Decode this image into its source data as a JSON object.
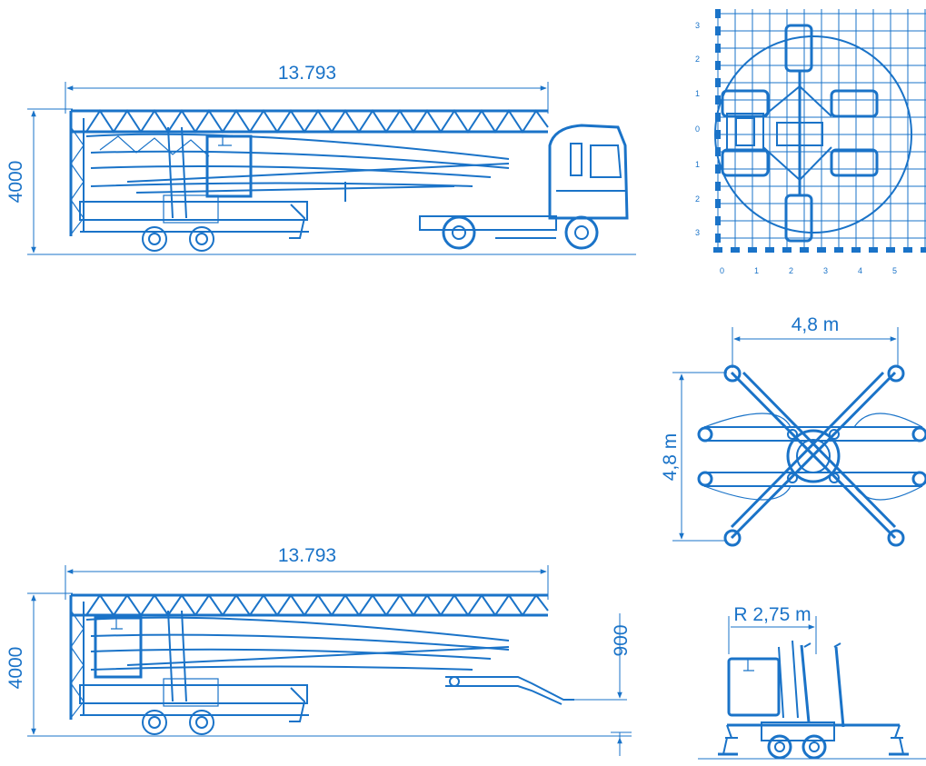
{
  "top_view": {
    "length_label": "13.793",
    "height_label": "4000"
  },
  "bottom_view": {
    "length_label": "13.793",
    "height_label": "4000",
    "drawbar_label": "900"
  },
  "reach_grid": {
    "y_ticks": [
      "3",
      "2",
      "1",
      "0",
      "1",
      "2",
      "3"
    ],
    "x_ticks": [
      "0",
      "1",
      "2",
      "3",
      "4",
      "5"
    ]
  },
  "outrigger_plan": {
    "width_label": "4,8 m",
    "depth_label": "4,8 m"
  },
  "rear_view": {
    "radius_label": "R 2,75 m"
  }
}
